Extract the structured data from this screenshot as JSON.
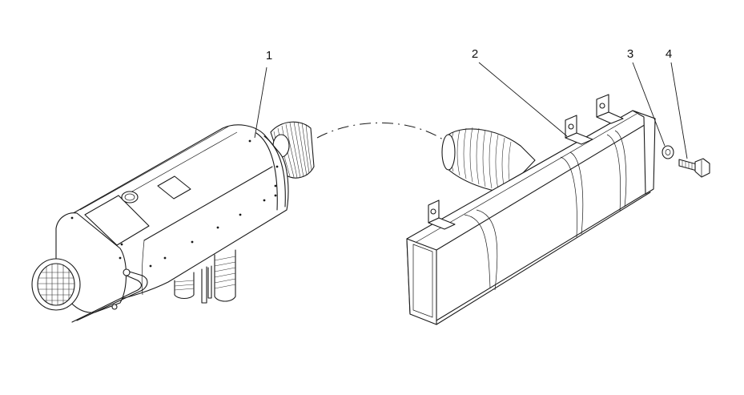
{
  "callouts": [
    {
      "id": "callout-1",
      "label": "1"
    },
    {
      "id": "callout-2",
      "label": "2"
    },
    {
      "id": "callout-3",
      "label": "3"
    },
    {
      "id": "callout-4",
      "label": "4"
    }
  ],
  "parts": {
    "heater": "air-heater-unit",
    "duct": "outlet-duct",
    "washer": "washer",
    "bolt": "bolt"
  }
}
